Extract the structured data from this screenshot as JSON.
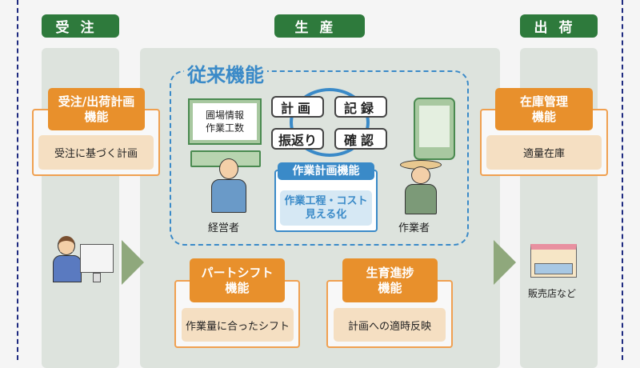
{
  "headers": {
    "order": "受注",
    "production": "生産",
    "shipping": "出荷"
  },
  "conventional": {
    "title": "従来機能",
    "monitor_lines": [
      "圃場情報",
      "作業工数"
    ],
    "actions": [
      "計画",
      "記録",
      "振返り",
      "確認"
    ],
    "work_plan": {
      "title": "作業計画機能",
      "desc_lines": [
        "作業工程・コスト",
        "見える化"
      ]
    },
    "manager": "経営者",
    "worker": "作業者"
  },
  "order_plan": {
    "title_lines": [
      "受注/出荷計画",
      "機能"
    ],
    "desc": "受注に基づく計画"
  },
  "inventory": {
    "title_lines": [
      "在庫管理",
      "機能"
    ],
    "desc": "適量在庫"
  },
  "part_shift": {
    "title_lines": [
      "パートシフト",
      "機能"
    ],
    "desc": "作業量に合ったシフト"
  },
  "growth": {
    "title_lines": [
      "生育進捗",
      "機能"
    ],
    "desc": "計画への適時反映"
  },
  "store_label": "販売店など",
  "colors": {
    "green": "#2e7a3c",
    "orange": "#e8902c",
    "blue": "#3a8ac8",
    "navy": "#1e2a80"
  }
}
